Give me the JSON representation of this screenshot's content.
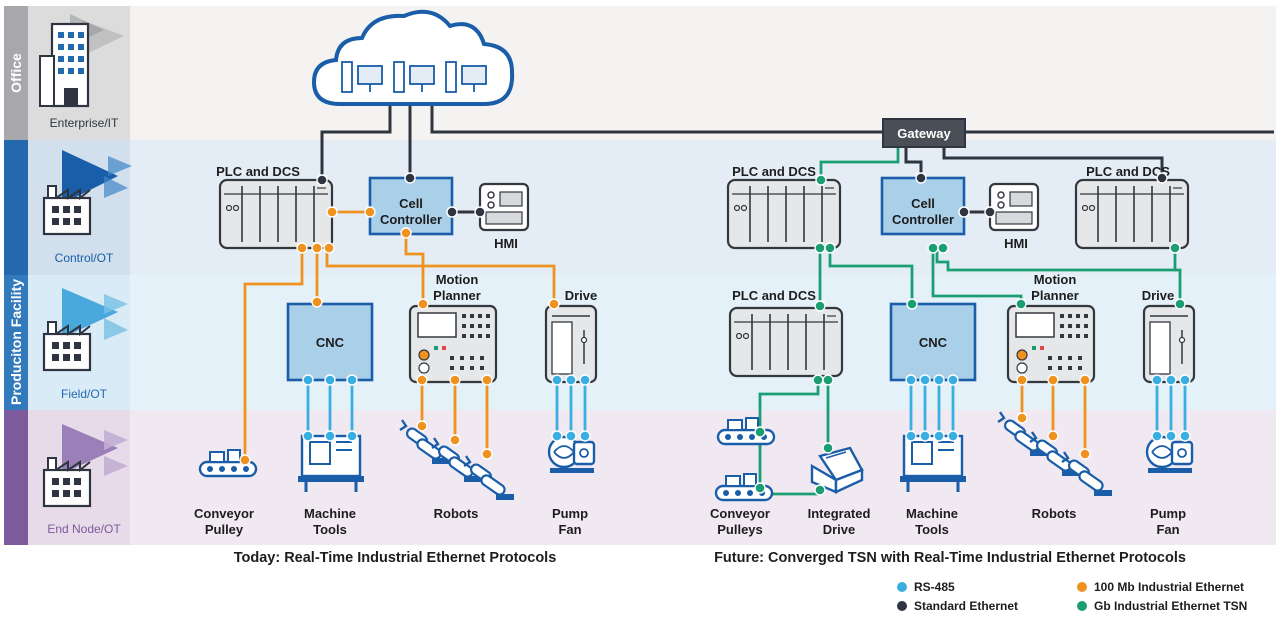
{
  "bands": {
    "office": "Office",
    "production": "Produciton Facility",
    "enterprise_it": "Enterprise/IT",
    "control_ot": "Control/OT",
    "field_ot": "Field/OT",
    "end_node_ot": "End Node/OT"
  },
  "gateway": "Gateway",
  "today": {
    "plc": "PLC and DCS",
    "cell_1": "Cell",
    "cell_2": "Controller",
    "hmi": "HMI",
    "motion_1": "Motion",
    "motion_2": "Planner",
    "drive": "Drive",
    "cnc": "CNC",
    "conveyor_1": "Conveyor",
    "conveyor_2": "Pulley",
    "machine_1": "Machine",
    "machine_2": "Tools",
    "robots": "Robots",
    "pump_1": "Pump",
    "pump_2": "Fan",
    "caption": "Today: Real-Time Industrial Ethernet Protocols"
  },
  "future": {
    "plc_left": "PLC and DCS",
    "plc_right": "PLC and DCS",
    "plc_field": "PLC and DCS",
    "cell_1": "Cell",
    "cell_2": "Controller",
    "hmi": "HMI",
    "motion_1": "Motion",
    "motion_2": "Planner",
    "drive": "Drive",
    "cnc": "CNC",
    "conveyor_1": "Conveyor",
    "conveyor_2": "Pulleys",
    "integrated_1": "Integrated",
    "integrated_2": "Drive",
    "machine_1": "Machine",
    "machine_2": "Tools",
    "robots": "Robots",
    "pump_1": "Pump",
    "pump_2": "Fan",
    "caption": "Future: Converged TSN with Real-Time Industrial Ethernet Protocols"
  },
  "legend": {
    "rs485": "RS-485",
    "standard": "Standard Ethernet",
    "mb100": "100 Mb Industrial Ethernet",
    "gb_tsn": "Gb Industrial Ethernet TSN"
  },
  "colors": {
    "rs485": "#3aaee0",
    "standard": "#2f3540",
    "mb100": "#f0921f",
    "gb_tsn": "#1c9e74",
    "office": "#a6a8ab",
    "control": "#1a5da8",
    "field": "#49a8dc",
    "endnode": "#7c5a9c"
  }
}
